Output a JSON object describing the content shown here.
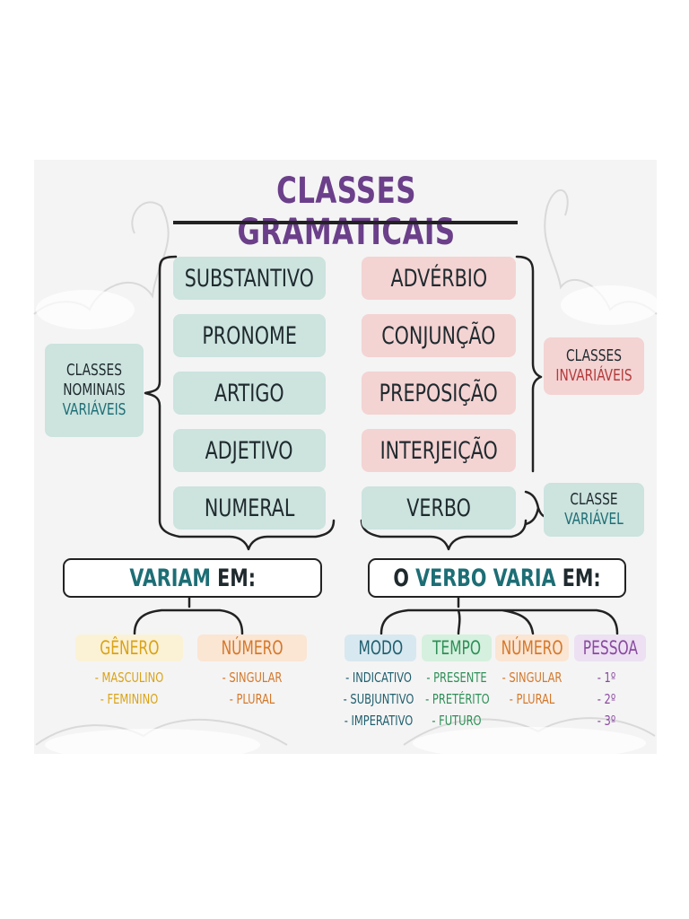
{
  "title": "CLASSES GRAMATICAIS",
  "left_pills": [
    "SUBSTANTIVO",
    "PRONOME",
    "ARTIGO",
    "ADJETIVO",
    "NUMERAL"
  ],
  "right_pills": [
    "ADVÉRBIO",
    "CONJUNÇÃO",
    "PREPOSIÇÃO",
    "INTERJEIÇÃO",
    "VERBO"
  ],
  "nominais": {
    "line1": "CLASSES",
    "line2": "NOMINAIS",
    "line3": "VARIÁVEIS"
  },
  "invariaveis": {
    "line1": "CLASSES",
    "line2": "INVARIÁVEIS"
  },
  "variavel": {
    "line1": "CLASSE",
    "line2": "VARIÁVEL"
  },
  "variam": {
    "part1": "VARIAM",
    "part2": "EM:"
  },
  "verbo_varia": {
    "part1": "O",
    "part2": "VERBO VARIA",
    "part3": "EM:"
  },
  "groups": [
    {
      "head": "GÊNERO",
      "items": [
        "- MASCULINO",
        "- FEMININO"
      ],
      "color": "#d9a316",
      "bg": "#fbf1d5"
    },
    {
      "head": "NÚMERO",
      "items": [
        "- SINGULAR",
        "- PLURAL"
      ],
      "color": "#d4782a",
      "bg": "#fbe5d3"
    },
    {
      "head": "MODO",
      "items": [
        "- INDICATIVO",
        "- SUBJUNTIVO",
        "- IMPERATIVO"
      ],
      "color": "#1f5f6e",
      "bg": "#d8e8f0"
    },
    {
      "head": "TEMPO",
      "items": [
        "- PRESENTE",
        "- PRETÉRITO",
        "- FUTURO"
      ],
      "color": "#2e8f57",
      "bg": "#d5f0de"
    },
    {
      "head": "NÚMERO",
      "items": [
        "- SINGULAR",
        "- PLURAL"
      ],
      "color": "#d4782a",
      "bg": "#fbe5d3"
    },
    {
      "head": "PESSOA",
      "items": [
        "- 1º",
        "- 2º",
        "- 3º"
      ],
      "color": "#8a4aa0",
      "bg": "#ece0f2"
    }
  ],
  "colors": {
    "teal": "#cce3de",
    "pink": "#f4d3d3",
    "title": "#6b3f8a",
    "accent_teal": "#1d6e75",
    "accent_red": "#b33a3a"
  }
}
